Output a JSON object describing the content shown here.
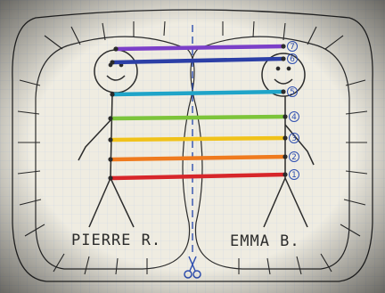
{
  "people": {
    "left_name": "PIERRE R.",
    "right_name": "EMMA B."
  },
  "cords": [
    {
      "number": "7",
      "color": "#7b3fc8"
    },
    {
      "number": "6",
      "color": "#2c3fa6"
    },
    {
      "number": "5",
      "color": "#1fa4c8"
    },
    {
      "number": "4",
      "color": "#7cc43a"
    },
    {
      "number": "3",
      "color": "#f0c21a"
    },
    {
      "number": "2",
      "color": "#ef7a1e"
    },
    {
      "number": "1",
      "color": "#d7262a"
    }
  ],
  "icons": {
    "scissors": "scissors-icon"
  },
  "colors": {
    "paper": "#efece1",
    "grid": "#cfd8e3",
    "ink": "#2b2b2b",
    "pen_blue": "#2f4fb0"
  }
}
